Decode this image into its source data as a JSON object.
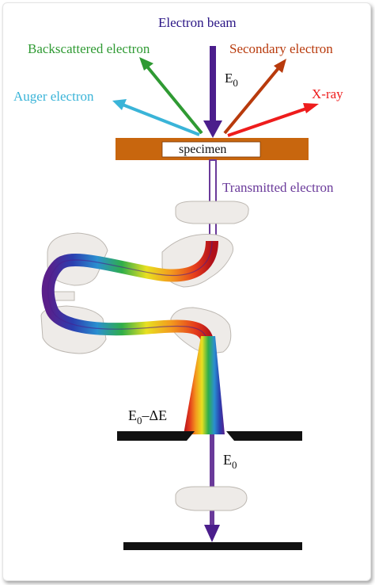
{
  "labels": {
    "electron_beam": "Electron beam",
    "e0_top": "E",
    "e0_top_sub": "0",
    "backscattered": "Backscattered electron",
    "secondary": "Secondary electron",
    "auger": "Auger electron",
    "xray": "X-ray",
    "specimen": "specimen",
    "transmitted": "Transmitted electron",
    "e0_dE_main": "E",
    "e0_dE_sub": "0",
    "e0_dE_rest": "–ΔE",
    "e0_bottom": "E",
    "e0_bottom_sub": "0"
  },
  "colors": {
    "beam": "#4b1e8c",
    "beam_label": "#2a1585",
    "backscattered": "#2f9a33",
    "secondary": "#b83a0c",
    "auger": "#3ab4d8",
    "xray": "#ee1c1c",
    "specimen": "#c8660e",
    "transmitted": "#6a3a9a",
    "lens": "#eeebe8"
  }
}
